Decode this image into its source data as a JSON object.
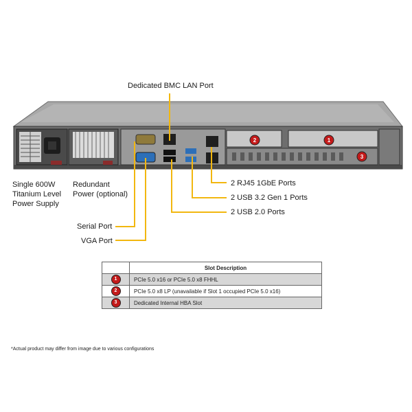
{
  "callouts": {
    "bmc": "Dedicated BMC LAN Port",
    "psu": "Single 600W Titanium Level Power Supply",
    "redundant": "Redundant Power (optional)",
    "rj45": "2 RJ45 1GbE Ports",
    "usb32": "2 USB 3.2 Gen 1 Ports",
    "usb20": "2 USB 2.0 Ports",
    "serial": "Serial Port",
    "vga": "VGA Port"
  },
  "chassis_badges": [
    "2",
    "1",
    "3"
  ],
  "slot_table": {
    "header": "Slot Description",
    "rows": [
      {
        "num": "1",
        "desc": "PCIe 5.0 x16 or PCIe 5.0 x8 FHHL"
      },
      {
        "num": "2",
        "desc": "PCIe 5.0 x8 LP (unavailable if Slot 1 occupied PCIe 5.0 x16)"
      },
      {
        "num": "3",
        "desc": "Dedicated Internal HBA Slot"
      }
    ]
  },
  "footnote": "*Actual product may differ from image due to various configurations",
  "colors": {
    "leader": "#f2b70f",
    "badge": "#c41a1a",
    "chassis": "#8a8a8a",
    "chassis_dark": "#3a3a3a",
    "port_blue": "#2d6fb8"
  }
}
